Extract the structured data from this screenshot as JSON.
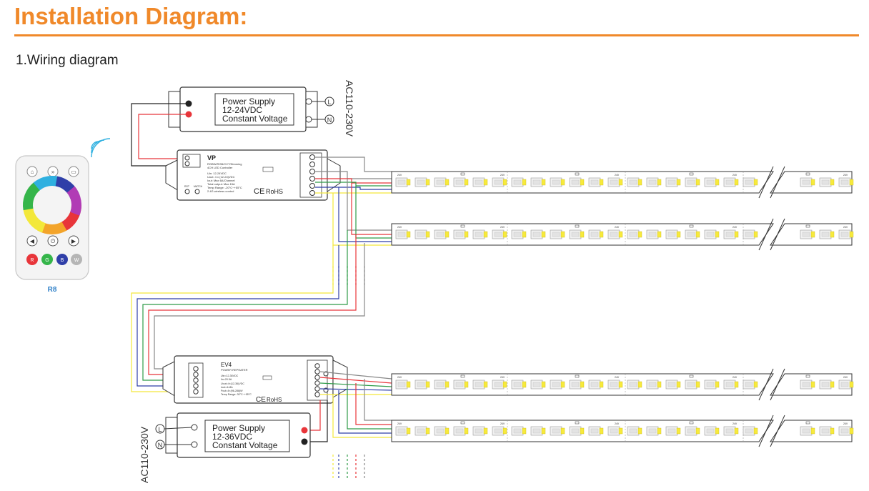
{
  "header": {
    "title": "Installation Diagram:",
    "subtitle": "1.Wiring diagram"
  },
  "colors": {
    "accent": "#f0892a",
    "wire_red": "#e8353a",
    "wire_green": "#2e9b48",
    "wire_blue": "#2f3fa8",
    "wire_yellow": "#f3e83a",
    "wire_white": "#9a9a9a",
    "wire_black": "#222222"
  },
  "remote": {
    "name": "R8",
    "buttons": [
      "R",
      "G",
      "B",
      "W"
    ]
  },
  "psu_top": {
    "line1": "Power Supply",
    "line2": "12-24VDC",
    "line3": "Constant Voltage",
    "ac_label": "AC110-230V",
    "l": "L",
    "n": "N"
  },
  "psu_bottom": {
    "line1": "Power Supply",
    "line2": "12-36VDC",
    "line3": "Constant Voltage",
    "ac_label": "AC110-230V",
    "l": "L",
    "n": "N"
  },
  "controller": {
    "model": "VP",
    "desc": "RGBW/RGB/CCT/Dimming",
    "desc2": "4CH LED Controller",
    "spec1": "Uin: 12-24VDC",
    "spec2": "Uout: 4 x (12-24)VDC",
    "spec3": "Iout: Max 6A/Channel",
    "spec4": "Total output: Max 15A",
    "spec5": "Temp Range: -20°C~+55°C",
    "spec6": "2.4G wireless control",
    "rst": "RST",
    "match": "MATCH",
    "rohs": "RoHS",
    "ce": "CE"
  },
  "repeater": {
    "model": "EV4",
    "desc": "POWER REPEATER",
    "spec1": "Uin=12-36VDC",
    "spec2": "Iin=20.5A",
    "spec3": "Uout=4×(12-36)VDC",
    "spec4": "Iout=4×8A",
    "spec5": "Pout=4×(96-288)W",
    "spec6": "Temp Range:-30°C~+55°C",
    "rohs": "RoHS",
    "ce": "CE"
  },
  "strip": {
    "voltage_label": "24V"
  }
}
